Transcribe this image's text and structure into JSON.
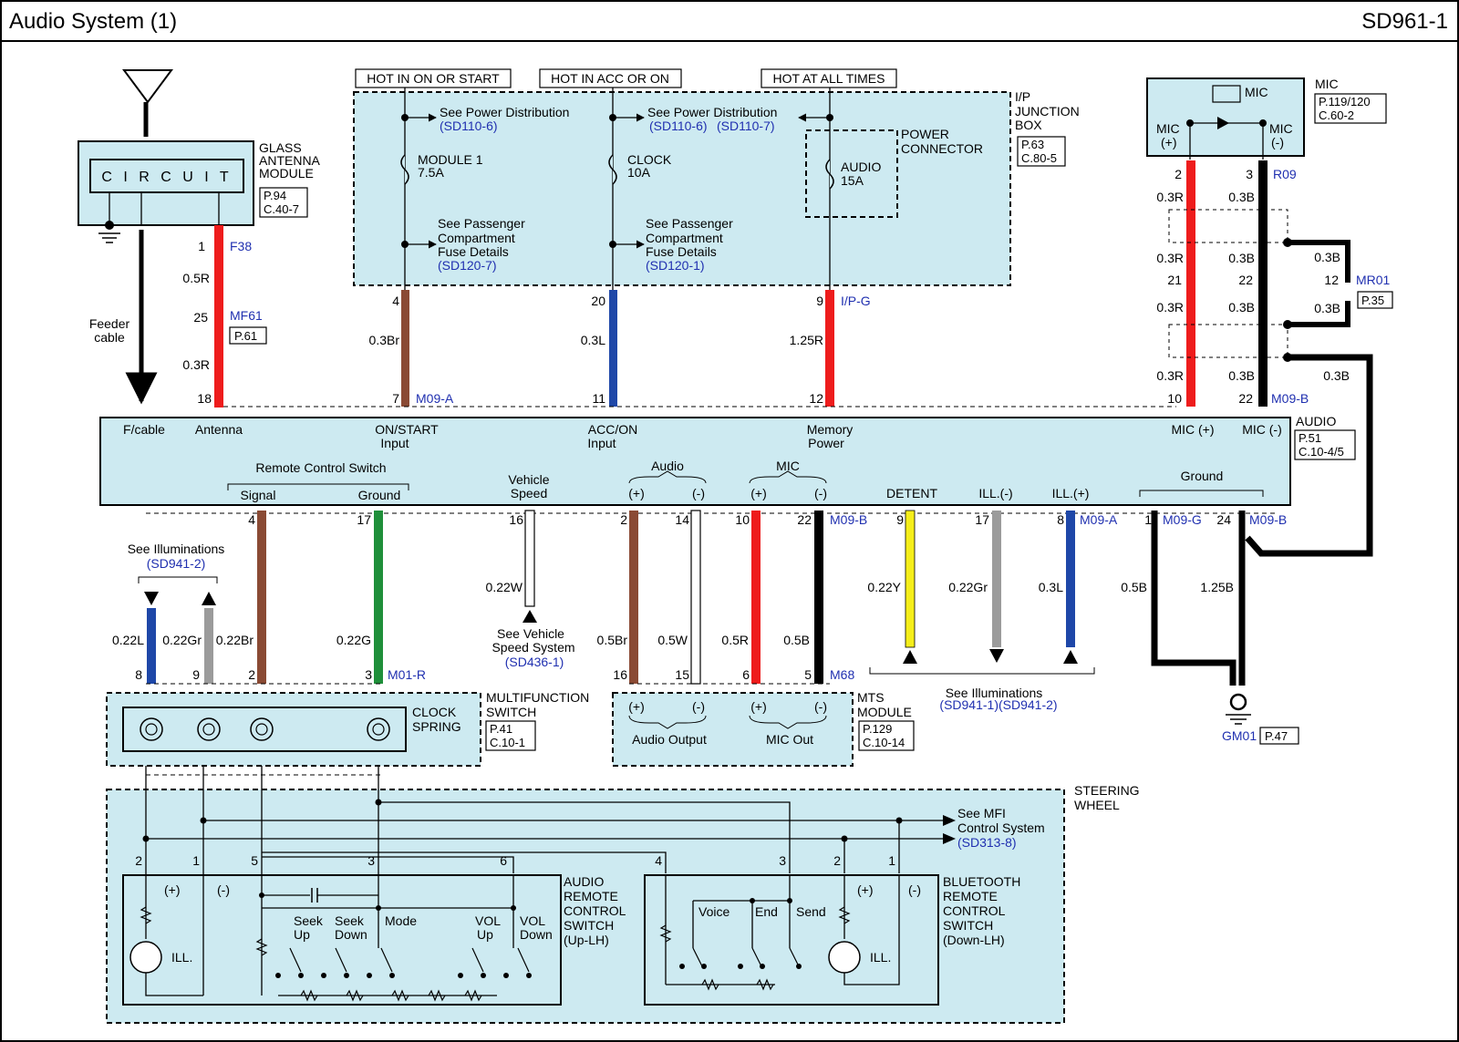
{
  "header": {
    "title": "Audio System (1)",
    "code": "SD961-1"
  },
  "hot_labels": {
    "on_start": "HOT IN ON OR START",
    "acc_on": "HOT IN ACC OR ON",
    "all_times": "HOT AT ALL TIMES"
  },
  "antenna": {
    "name_lines": [
      "GLASS",
      "ANTENNA",
      "MODULE"
    ],
    "ref_lines": [
      "P.94",
      "C.40-7"
    ],
    "circuit": "C I R C U I T",
    "feeder_lines": [
      "Feeder",
      "cable"
    ],
    "pin1": "1",
    "f38": "F38",
    "w05r": "0.5R",
    "pin25": "25",
    "mf61": "MF61",
    "p61": "P.61",
    "w03r": "0.3R"
  },
  "ip_box": {
    "name_lines": [
      "I/P",
      "JUNCTION",
      "BOX"
    ],
    "ref_lines": [
      "P.63",
      "C.80-5"
    ],
    "see_pd": "See Power Distribution",
    "sd110_6": "(SD110-6)",
    "sd110_7": "(SD110-7)",
    "module1": "MODULE 1",
    "module1_a": "7.5A",
    "clock": "CLOCK",
    "clock_a": "10A",
    "audio_fuse": "AUDIO",
    "audio_fuse_a": "15A",
    "power_conn_lines": [
      "POWER",
      "CONNECTOR"
    ],
    "see_pass_lines": [
      "See Passenger",
      "Compartment",
      "Fuse Details"
    ],
    "sd120_7": "(SD120-7)",
    "sd120_1": "(SD120-1)",
    "pin4": "4",
    "pin20": "20",
    "pin9": "9",
    "ipg": "I/P-G",
    "w1": "0.3Br",
    "w2": "0.3L",
    "w3": "1.25R"
  },
  "mic": {
    "name": "MIC",
    "ref_lines": [
      "P.119/120",
      "C.60-2"
    ],
    "inner": "MIC",
    "plus_lines": [
      "MIC",
      "(+)"
    ],
    "minus_lines": [
      "MIC",
      "(-)"
    ],
    "pin2": "2",
    "pin3": "3",
    "r09": "R09",
    "w03r": "0.3R",
    "w03b": "0.3B",
    "pin21": "21",
    "pin22": "22",
    "pin12": "12",
    "mr01": "MR01",
    "p35": "P.35",
    "pin10": "10",
    "pin22b": "22",
    "m09b": "M09-B"
  },
  "audio_unit": {
    "name": "AUDIO",
    "ref_lines": [
      "P.51",
      "C.10-4/5"
    ],
    "top_pins": {
      "p18": "18",
      "p7": "7",
      "m09a": "M09-A",
      "p11": "11",
      "p12": "12"
    },
    "labels": {
      "fcable": "F/cable",
      "antenna": "Antenna",
      "on_start_lines": [
        "ON/START",
        "Input"
      ],
      "acc_on_lines": [
        "ACC/ON",
        "Input"
      ],
      "memory_lines": [
        "Memory",
        "Power"
      ],
      "mic_plus": "MIC (+)",
      "mic_minus": "MIC (-)",
      "remote": "Remote Control Switch",
      "signal": "Signal",
      "ground": "Ground",
      "veh_speed_lines": [
        "Vehicle",
        "Speed"
      ],
      "audio": "Audio",
      "plus": "(+)",
      "minus": "(-)",
      "mic": "MIC",
      "detent": "DETENT",
      "ill_minus": "ILL.(-)",
      "ill_plus": "ILL.(+)",
      "ground2": "Ground"
    },
    "bottom_pins": {
      "p4": "4",
      "p17": "17",
      "p16": "16",
      "p2": "2",
      "p14": "14",
      "p10": "10",
      "p22": "22",
      "m09b": "M09-B",
      "p9": "9",
      "p17b": "17",
      "p8": "8",
      "m09a": "M09-A",
      "p1": "1",
      "m09g": "M09-G",
      "p24": "24",
      "m09b2": "M09-B"
    }
  },
  "wires": {
    "w022br": "0.22Br",
    "w022g": "0.22G",
    "w022w": "0.22W",
    "w05br": "0.5Br",
    "w05w": "0.5W",
    "w05r": "0.5R",
    "w05b": "0.5B",
    "w022y": "0.22Y",
    "w022gr": "0.22Gr",
    "w03l": "0.3L",
    "w05b_g": "0.5B",
    "w125b": "1.25B",
    "w03b_r": "0.3B",
    "w022l": "0.22L",
    "w022gr_l": "0.22Gr"
  },
  "refs": {
    "see_ill": "See Illuminations",
    "sd941_2": "(SD941-2)",
    "see_vss_lines": [
      "See Vehicle",
      "Speed System"
    ],
    "sd436_1": "(SD436-1)",
    "see_ill2": "See Illuminations",
    "sd941_12": "(SD941-1)(SD941-2)",
    "gm01": "GM01",
    "p47": "P.47"
  },
  "multifunction": {
    "pins": [
      "8",
      "9",
      "2",
      "3"
    ],
    "m01r": "M01-R",
    "clock_spring_lines": [
      "CLOCK",
      "SPRING"
    ],
    "name_lines": [
      "MULTIFUNCTION",
      "SWITCH"
    ],
    "ref_lines": [
      "P.41",
      "C.10-1"
    ]
  },
  "mts": {
    "pins": [
      "16",
      "15",
      "6",
      "5"
    ],
    "m68": "M68",
    "audio_out": "Audio Output",
    "mic_out": "MIC Out",
    "name_lines": [
      "MTS",
      "MODULE"
    ],
    "ref_lines": [
      "P.129",
      "C.10-14"
    ]
  },
  "steering": {
    "name_lines": [
      "STEERING",
      "WHEEL"
    ],
    "see_mfi_lines": [
      "See MFI",
      "Control System"
    ],
    "sd313_8": "(SD313-8)",
    "audio_pins": [
      "2",
      "1",
      "5",
      "3",
      "6"
    ],
    "bt_pins": [
      "4",
      "3",
      "2",
      "1"
    ],
    "ars_lines": [
      "AUDIO",
      "REMOTE",
      "CONTROL",
      "SWITCH",
      "(Up-LH)"
    ],
    "brs_lines": [
      "BLUETOOTH",
      "REMOTE",
      "CONTROL",
      "SWITCH",
      "(Down-LH)"
    ],
    "ill": "ILL.",
    "plus": "(+)",
    "minus": "(-)",
    "seek_up_lines": [
      "Seek",
      "Up"
    ],
    "seek_down_lines": [
      "Seek",
      "Down"
    ],
    "mode": "Mode",
    "vol_up_lines": [
      "VOL",
      "Up"
    ],
    "vol_down_lines": [
      "VOL",
      "Down"
    ],
    "voice": "Voice",
    "end": "End",
    "send": "Send"
  },
  "colors": {
    "panel": "#cdeaf1",
    "red": "#ee1c1c",
    "black": "#000000",
    "brown": "#8a4a34",
    "blue": "#1e47a8",
    "green": "#1f8f3a",
    "gray": "#9b9b9b",
    "yellow": "#f5ee1a",
    "white": "#ffffff"
  }
}
